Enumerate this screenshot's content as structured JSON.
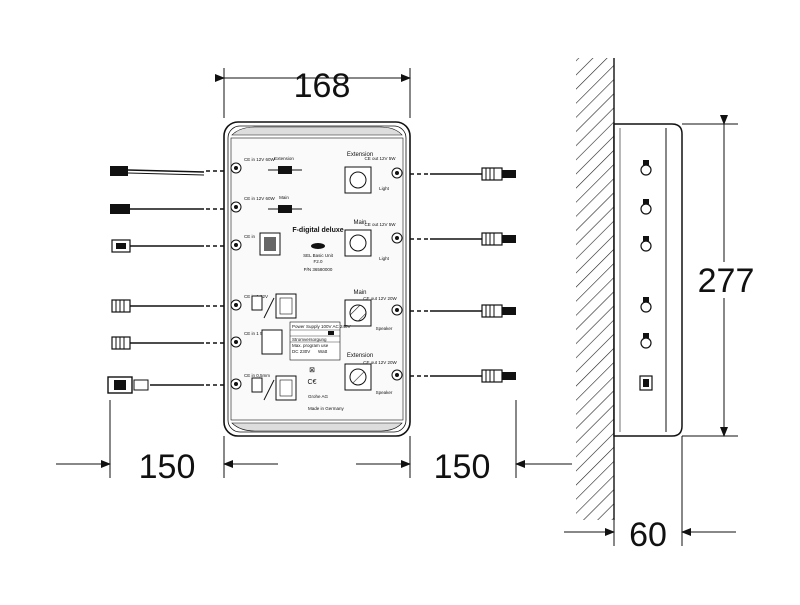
{
  "dimensions": {
    "width_top": "168",
    "height_side": "277",
    "left_cable": "150",
    "right_cable": "150",
    "depth": "60"
  },
  "panel": {
    "title": "F-digital deluxe",
    "center_small_1": "SEL Basic Unit",
    "center_small_2": "F2.0",
    "center_small_3": "P/N 36580000",
    "left_labels": [
      "CE in 12V 60W",
      "CE in 12V 60W",
      "CE in",
      "CE in 1 12V",
      "CE in 1 5V",
      "CE in 0,5mm"
    ],
    "right_labels": [
      "CE out 12V 5W",
      "CE out 12V 5W",
      "CE out 12V 20W",
      "CE out 12V 20W"
    ],
    "block_labels": [
      "Extension",
      "Main",
      "Main",
      "Extension"
    ],
    "block_sub": [
      "Light",
      "Light",
      "Speaker",
      "Speaker"
    ],
    "inline_labels": [
      "Extension",
      "Main"
    ],
    "info_lines": [
      "Power Supply 100V AC 240V",
      "Stromversorgung",
      "Max. program use",
      "DC 230V",
      "Watt"
    ],
    "footer_lines": [
      "Grohe AG",
      "Made in Germany"
    ]
  }
}
